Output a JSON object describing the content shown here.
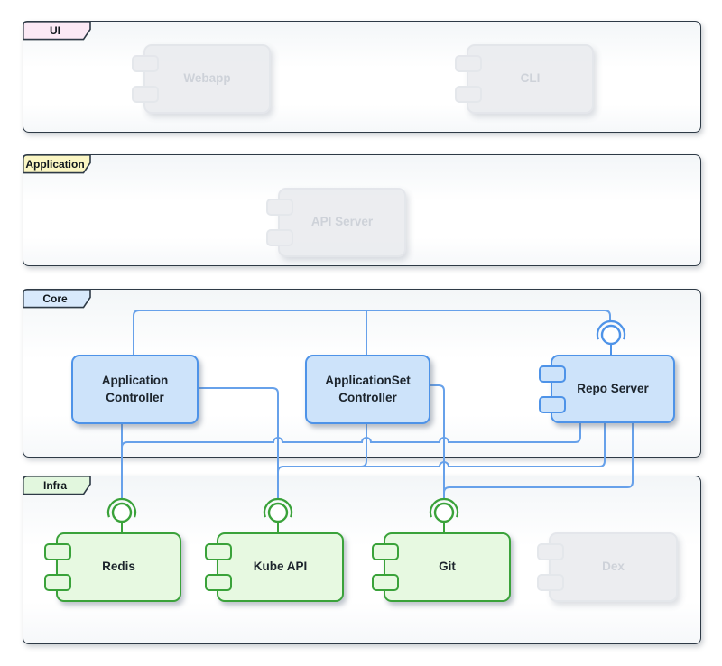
{
  "frames": {
    "ui": {
      "label": "UI"
    },
    "application": {
      "label": "Application"
    },
    "core": {
      "label": "Core"
    },
    "infra": {
      "label": "Infra"
    }
  },
  "components": {
    "webapp": {
      "label": "Webapp",
      "state": "disabled"
    },
    "cli": {
      "label": "CLI",
      "state": "disabled"
    },
    "api_server": {
      "label": "API Server",
      "state": "disabled"
    },
    "application_controller": {
      "label": "Application Controller",
      "state": "active"
    },
    "applicationset_controller": {
      "label": "ApplicationSet Controller",
      "state": "active"
    },
    "repo_server": {
      "label": "Repo Server",
      "state": "active"
    },
    "redis": {
      "label": "Redis",
      "state": "active"
    },
    "kube_api": {
      "label": "Kube API",
      "state": "active"
    },
    "git": {
      "label": "Git",
      "state": "active"
    },
    "dex": {
      "label": "Dex",
      "state": "disabled"
    }
  },
  "edges": [
    {
      "from": "application_controller",
      "to": "repo_server"
    },
    {
      "from": "applicationset_controller",
      "to": "repo_server"
    },
    {
      "from": "application_controller",
      "to": "redis"
    },
    {
      "from": "repo_server",
      "to": "redis"
    },
    {
      "from": "application_controller",
      "to": "kube_api"
    },
    {
      "from": "applicationset_controller",
      "to": "kube_api"
    },
    {
      "from": "repo_server",
      "to": "kube_api"
    },
    {
      "from": "applicationset_controller",
      "to": "git"
    },
    {
      "from": "repo_server",
      "to": "git"
    }
  ],
  "interfaces_on": [
    "repo_server",
    "redis",
    "kube_api",
    "git"
  ],
  "colors": {
    "frame_border": "#2e3a46",
    "tab_ui": "#fbe9f5",
    "tab_application": "#fbf6c3",
    "tab_core": "#d8e9fc",
    "tab_infra": "#e2f7de",
    "blue_fill": "#cde3fa",
    "blue_border": "#4e93e8",
    "green_fill": "#e7f9e1",
    "green_border": "#3aa23a",
    "edge": "#67a1ea",
    "disabled_fill": "#e9ebee",
    "disabled_border": "#e0e3e8",
    "disabled_text": "#c6cbd3",
    "label_text": "#1c242c"
  }
}
